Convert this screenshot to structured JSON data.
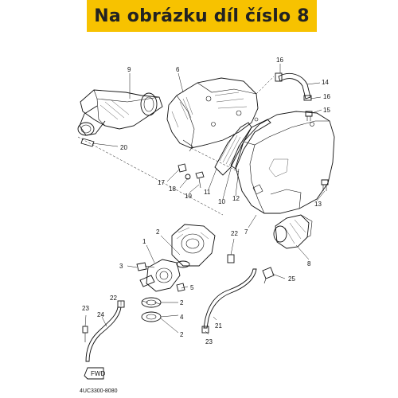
{
  "banner": {
    "title": "Na obrázku díl číslo 8",
    "color": "#f7c200"
  },
  "labels": {
    "p1": "1",
    "p2a": "2",
    "p2b": "2",
    "p2c": "2",
    "p2d": "2",
    "p3": "3",
    "p4": "4",
    "p5": "5",
    "p6": "6",
    "p7": "7",
    "p8": "8",
    "p9": "9",
    "p10": "10",
    "p11": "11",
    "p12": "12",
    "p13": "13",
    "p14": "14",
    "p15": "15",
    "p16a": "16",
    "p16b": "16",
    "p17": "17",
    "p18": "18",
    "p19": "19",
    "p20": "20",
    "p21": "21",
    "p22a": "22",
    "p22b": "22",
    "p23a": "23",
    "p23b": "23",
    "p24": "24",
    "p25": "25"
  },
  "fwd_mark": "FWD",
  "drawing_code": "4UC3300-8080"
}
